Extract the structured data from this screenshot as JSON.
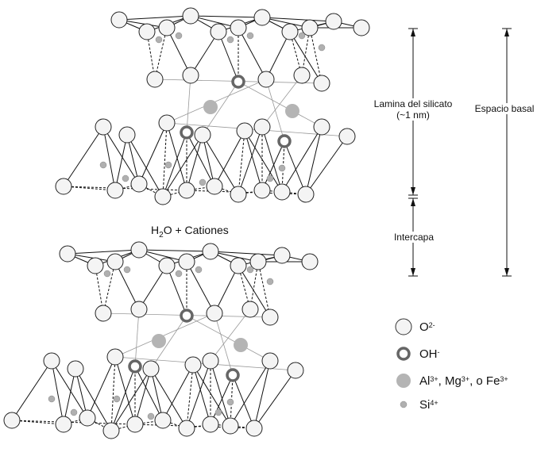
{
  "labels": {
    "lamina": "Lamina del silicato",
    "lamina_size": "(~1 nm)",
    "espacio": "Espacio basal",
    "intercapa": "Intercapa",
    "interlayer_prefix": "H",
    "interlayer_sub": "2",
    "interlayer_suffix": "O + Cationes"
  },
  "legend": [
    {
      "icon": "oxygen-atom-icon",
      "base": "O",
      "sup": "2-"
    },
    {
      "icon": "hydroxyl-icon",
      "base": "OH",
      "sup": "-"
    },
    {
      "icon": "octahedral-cation-icon",
      "parts": [
        {
          "base": "Al",
          "sup": "3+"
        },
        {
          "base": ", Mg",
          "sup": "3+"
        },
        {
          "base": ", o Fe",
          "sup": "3+"
        }
      ]
    },
    {
      "icon": "silicon-atom-icon",
      "base": "Si",
      "sup": "4+"
    }
  ],
  "colors": {
    "oxygen_fill": "#f4f4f4",
    "hydroxyl_ring": "#666666",
    "cation_fill": "#b4b4b4",
    "silicon_fill": "#b0b0b0",
    "line": "#111111"
  }
}
